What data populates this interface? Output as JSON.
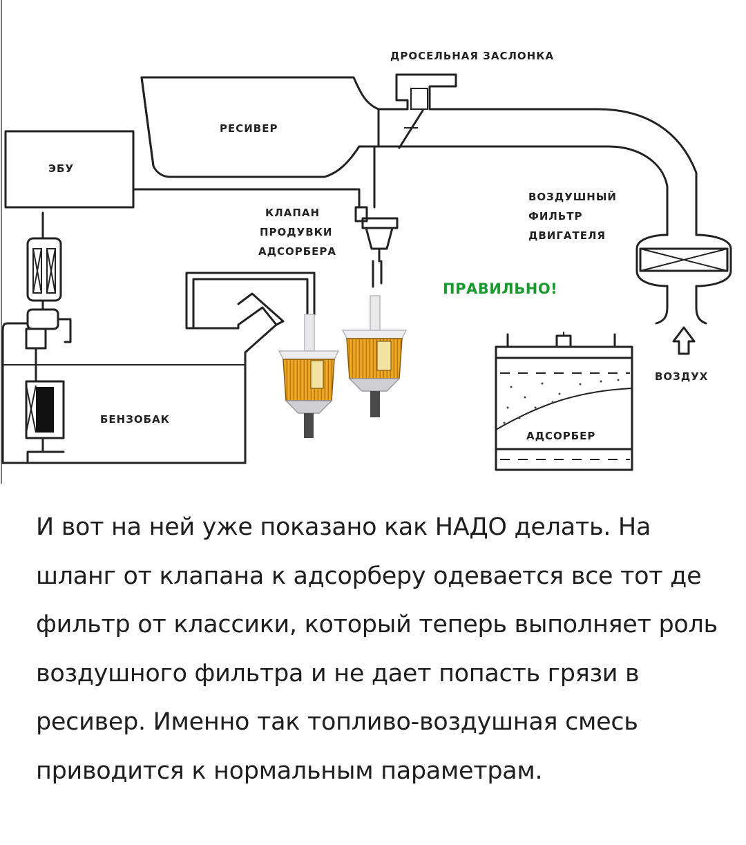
{
  "diagram": {
    "labels": {
      "throttle": "ДРОСЕЛЬНАЯ ЗАСЛОНКА",
      "receiver": "РЕСИВЕР",
      "ecu": "ЭБУ",
      "valve_line1": "КЛАПАН",
      "valve_line2": "ПРОДУВКИ",
      "valve_line3": "АДСОРБЕРА",
      "air_filter_line1": "ВОЗДУШНЫЙ",
      "air_filter_line2": "ФИЛЬТР",
      "air_filter_line3": "ДВИГАТЕЛЯ",
      "correct": "ПРАВИЛЬНО!",
      "air": "ВОЗДУХ",
      "tank": "БЕНЗОБАК",
      "adsorber": "АДСОРБЕР"
    },
    "colors": {
      "line": "#222222",
      "correct_text": "#1a9a2e",
      "filter_body": "#f0a81e"
    }
  },
  "caption": "И вот на ней уже показано как НАДО делать. На шланг от клапана к адсорберу одевается все тот де фильтр от классики, который теперь выполняет роль воздушного фильтра и не дает попасть грязи в ресивер. Именно так топливо-воздушная смесь приводится к нормальным параметрам."
}
